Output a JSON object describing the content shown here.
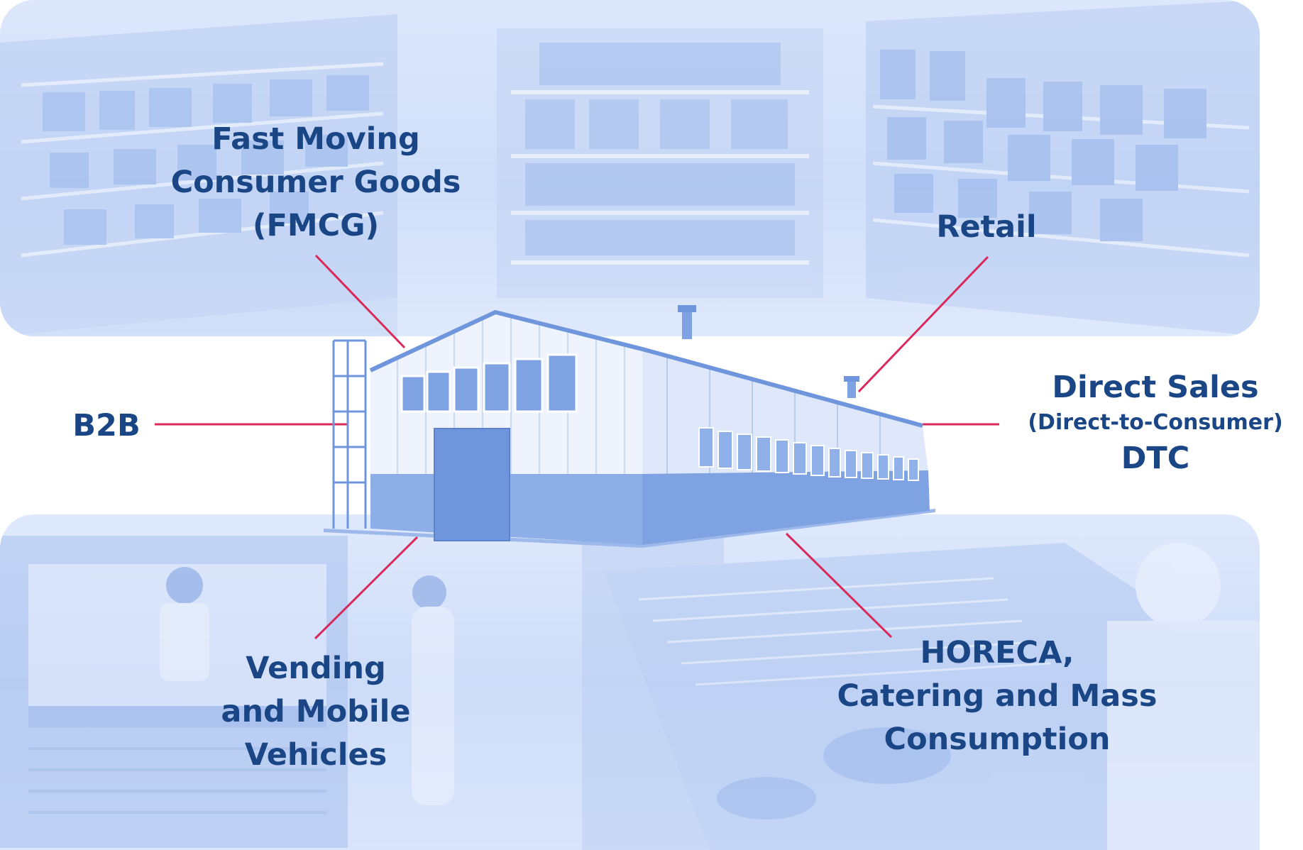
{
  "nodes": {
    "fmcg": [
      "Fast Moving",
      "Consumer Goods",
      "(FMCG)"
    ],
    "retail": [
      "Retail"
    ],
    "b2b": [
      "B2B"
    ],
    "direct_sales": [
      "Direct Sales",
      "(Direct-to-Consumer)",
      "DTC"
    ],
    "vending": [
      "Vending",
      "and Mobile",
      "Vehicles"
    ],
    "horeca": [
      "HORECA,",
      "Catering and Mass",
      "Consumption"
    ]
  },
  "colors": {
    "label_text": "#1a4686",
    "connector": "#d9285a",
    "panel_tint": "#cfdef9",
    "building_light": "#e6eefc",
    "building_mid": "#a9c1ee",
    "building_dark": "#6f96dc"
  },
  "center_image": "warehouse-building",
  "background_images": [
    "supermarket-shelves",
    "food-truck-vendors",
    "commercial-kitchen"
  ]
}
